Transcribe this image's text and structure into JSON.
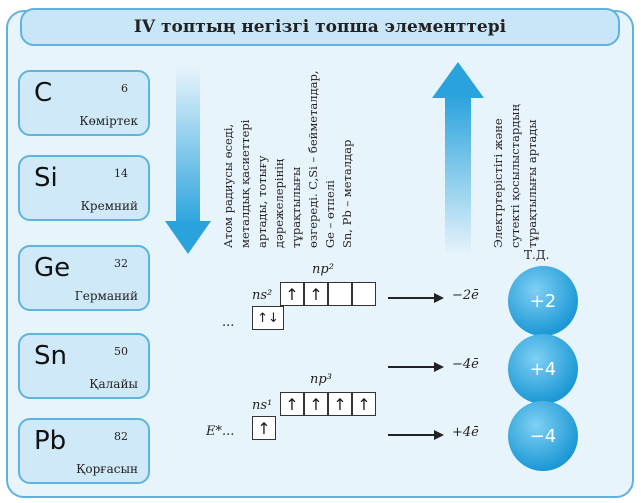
{
  "title": "IV топтың негізгі топша элементтері",
  "elements": [
    {
      "symbol": "C",
      "number": "6",
      "name": "Көміртек"
    },
    {
      "symbol": "Si",
      "number": "14",
      "name": "Кремний"
    },
    {
      "symbol": "Ge",
      "number": "32",
      "name": "Германий"
    },
    {
      "symbol": "Sn",
      "number": "50",
      "name": "Қалайы"
    },
    {
      "symbol": "Pb",
      "number": "82",
      "name": "Қорғасын"
    }
  ],
  "down_arrow_text": [
    "Атом радиусы өседі,",
    "металдық қасиеттері",
    "артады, тотығу",
    "дәрежелерінің",
    "тұрақтылығы",
    "өзгереді. C,Si – бейметалдар,",
    "Ge – өтпелі",
    "Sn, Pb – металдар"
  ],
  "up_arrow_text": [
    "Электртерістігі және",
    "сутекті қосылыстардың",
    "тұрақтылығы артады"
  ],
  "config": {
    "np2_label": "np²",
    "ns2_label": "ns²",
    "dots_top": "...",
    "np3_label": "np³",
    "ns1_label": "ns¹",
    "excited_label": "E*...",
    "up": "↑",
    "updown": "↑↓"
  },
  "electrons": [
    "−2ē",
    "−4ē",
    "+4ē"
  ],
  "td_label": "Т.Д.",
  "oxidation_states": [
    "+2",
    "+4",
    "−4"
  ],
  "colors": {
    "frame": "#5fb3dd",
    "fill": "#e8f4fb",
    "element_fill": "#cfe9f8",
    "arrow": "#2aa3dd"
  }
}
